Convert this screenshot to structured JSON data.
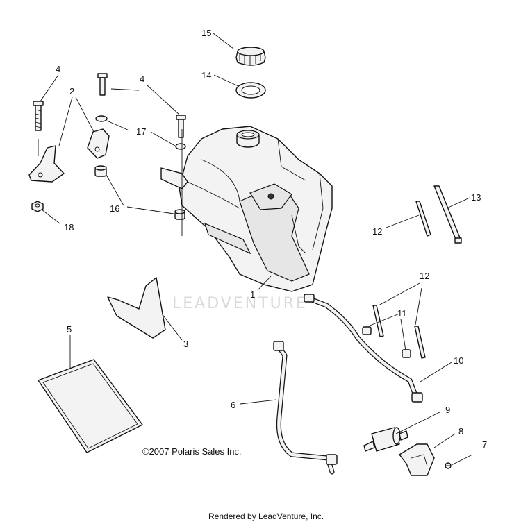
{
  "watermark": "LEADVENTURE",
  "copyright": "©2007 Polaris Sales Inc.",
  "footer": "Rendered by LeadVenture, Inc.",
  "callouts": {
    "c1": "1",
    "c2": "2",
    "c3": "3",
    "c4a": "4",
    "c4b": "4",
    "c5": "5",
    "c6": "6",
    "c7": "7",
    "c8": "8",
    "c9": "9",
    "c10": "10",
    "c11": "11",
    "c12a": "12",
    "c12b": "12",
    "c13": "13",
    "c14": "14",
    "c15": "15",
    "c16": "16",
    "c17": "17",
    "c18": "18"
  }
}
